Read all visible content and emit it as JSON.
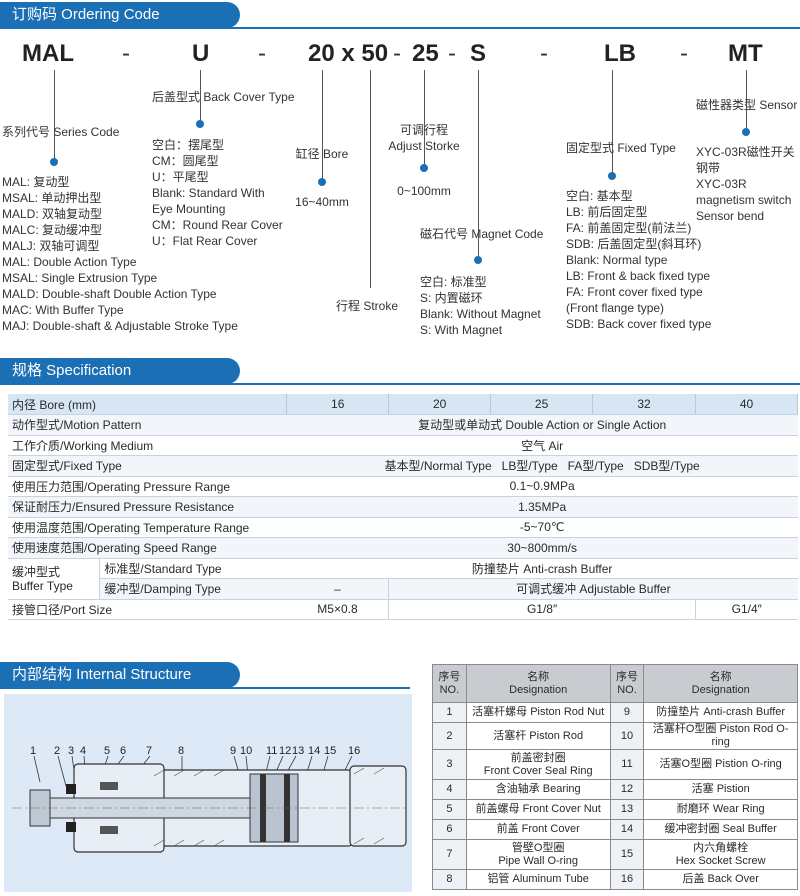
{
  "ordering": {
    "title": "订购码 Ordering Code",
    "code": [
      "MAL",
      "-",
      "U",
      "-",
      "20 x 50",
      "-",
      "25",
      "-",
      "S",
      "-",
      "LB",
      "-",
      "MT"
    ],
    "series": {
      "title": "系列代号 Series Code",
      "items": [
        "MAL: 复动型",
        "MSAL: 单动押出型",
        "MALD: 双轴复动型",
        "MALC: 复动缓冲型",
        "MALJ: 双轴可调型",
        "MAL: Double Action Type",
        "MSAL: Single Extrusion Type",
        "MALD: Double-shaft Double Action Type",
        "MAC: With Buffer Type",
        "MAJ: Double-shaft & Adjustable Stroke Type"
      ]
    },
    "back_cover": {
      "title": "后盖型式 Back Cover Type",
      "items": [
        "空白：摆尾型",
        "CM：圆尾型",
        "U：平尾型",
        "Blank: Standard With",
        "Eye Mounting",
        "CM：Round Rear Cover",
        "U：Flat Rear Cover"
      ]
    },
    "bore": {
      "title": "缸径 Bore",
      "range": "16~40mm"
    },
    "stroke": {
      "title": "行程 Stroke"
    },
    "adjust": {
      "title1": "可调行程",
      "title2": "Adjust Storke",
      "range": "0~100mm"
    },
    "magnet": {
      "title": "磁石代号 Magnet Code",
      "items": [
        "空白: 标准型",
        "S: 内置磁环",
        "Blank: Without Magnet",
        "S: With Magnet"
      ]
    },
    "fixed": {
      "title": "固定型式 Fixed Type",
      "items": [
        "空白: 基本型",
        "LB: 前后固定型",
        "FA: 前盖固定型(前法兰)",
        "SDB: 后盖固定型(斜耳环)",
        "Blank: Normal type",
        "LB: Front & back fixed type",
        "FA: Front cover fixed type",
        "(Front flange type)",
        "SDB: Back cover fixed type"
      ]
    },
    "sensor": {
      "title": "磁性器类型 Sensor",
      "items": [
        "XYC-03R磁性开关",
        "钢带",
        "XYC-03R",
        "magnetism switch",
        "Sensor bend"
      ]
    }
  },
  "spec": {
    "title": "规格 Specification",
    "header": [
      "内径 Bore (mm)",
      "16",
      "20",
      "25",
      "32",
      "40"
    ],
    "rows": [
      {
        "label": "动作型式/Motion Pattern",
        "value": "复动型或单动式 Double Action or Single Action"
      },
      {
        "label": "工作介质/Working Medium",
        "value": "空气 Air"
      },
      {
        "label": "固定型式/Fixed Type",
        "value": "基本型/Normal Type   LB型/Type   FA型/Type   SDB型/Type"
      },
      {
        "label": "使用压力范围/Operating Pressure Range",
        "value": "0.1~0.9MPa"
      },
      {
        "label": "保证耐压力/Ensured Pressure Resistance",
        "value": "1.35MPa"
      },
      {
        "label": "使用温度范围/Operating Temperature Range",
        "value": "-5~70℃"
      },
      {
        "label": "使用速度范围/Operating Speed Range",
        "value": "30~800mm/s"
      }
    ],
    "buffer": {
      "label1": "缓冲型式",
      "label2": "Buffer Type",
      "std_label": "标准型/Standard Type",
      "std_value": "防撞垫片 Anti-crash Buffer",
      "damp_label": "缓冲型/Damping Type",
      "damp_v1": "–",
      "damp_v2": "可调式缓冲 Adjustable Buffer"
    },
    "port": {
      "label": "接管口径/Port Size",
      "v1": "M5×0.8",
      "v2": "G1/8″",
      "v3": "G1/4″"
    }
  },
  "structure": {
    "title": "内部结构 Internal Structure",
    "callouts": [
      "1",
      "2",
      "3",
      "4",
      "5",
      "6",
      "7",
      "8",
      "9",
      "10",
      "11",
      "12",
      "13",
      "14",
      "15",
      "16"
    ]
  },
  "parts": {
    "hdr_no": [
      "序号",
      "NO."
    ],
    "hdr_name": [
      "名称",
      "Designation"
    ],
    "rows": [
      {
        "n1": "1",
        "d1": [
          "活塞杆螺母 Piston Rod Nut"
        ],
        "n2": "9",
        "d2": [
          "防撞垫片 Anti-crash Buffer"
        ]
      },
      {
        "n1": "2",
        "d1": [
          "活塞杆 Piston Rod"
        ],
        "n2": "10",
        "d2": [
          "活塞杆O型圈 Piston Rod O-ring"
        ]
      },
      {
        "n1": "3",
        "d1": [
          "前盖密封圈",
          "Front Cover Seal Ring"
        ],
        "n2": "11",
        "d2": [
          "活塞O型圈 Pistion O-ring"
        ]
      },
      {
        "n1": "4",
        "d1": [
          "含油轴承 Bearing"
        ],
        "n2": "12",
        "d2": [
          "活塞 Pistion"
        ]
      },
      {
        "n1": "5",
        "d1": [
          "前盖螺母 Front Cover Nut"
        ],
        "n2": "13",
        "d2": [
          "耐磨环 Wear Ring"
        ]
      },
      {
        "n1": "6",
        "d1": [
          "前盖 Front Cover"
        ],
        "n2": "14",
        "d2": [
          "缓冲密封圈 Seal Buffer"
        ]
      },
      {
        "n1": "7",
        "d1": [
          "管壁O型圈",
          "Pipe Wall O-ring"
        ],
        "n2": "15",
        "d2": [
          "内六角螺栓",
          "Hex Socket Screw"
        ]
      },
      {
        "n1": "8",
        "d1": [
          "铝管 Aluminum Tube"
        ],
        "n2": "16",
        "d2": [
          "后盖 Back Over"
        ]
      }
    ]
  },
  "colors": {
    "accent": "#1a6fb5",
    "header_fill": "#d7e6f4",
    "diagram_bg": "#dde9f6"
  }
}
